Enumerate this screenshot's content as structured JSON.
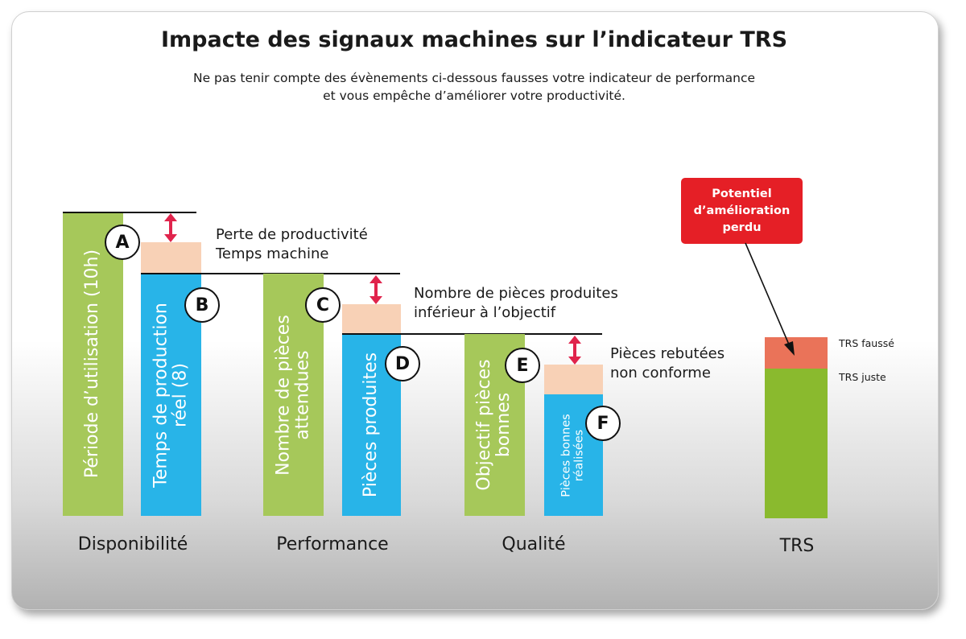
{
  "title": "Impacte des signaux machines sur l’indicateur TRS",
  "subtitle": [
    "Ne pas tenir compte des évènements ci-dessous fausses votre indicateur de performance",
    "et vous empêche d’améliorer votre productivité."
  ],
  "groups": [
    {
      "label": "Disponibilité",
      "expected_bar": [
        "Période d’utilisation (10h)"
      ],
      "actual_bar": [
        "Temps de production",
        "réel (8)"
      ],
      "markers": [
        "A",
        "B"
      ],
      "loss_note": [
        "Perte de productivité",
        "Temps machine"
      ]
    },
    {
      "label": "Performance",
      "expected_bar": [
        "Nombre de pièces",
        "attendues"
      ],
      "actual_bar": [
        "Pièces produites"
      ],
      "markers": [
        "C",
        "D"
      ],
      "loss_note": [
        "Nombre de pièces produites",
        "inférieur à l’objectif"
      ]
    },
    {
      "label": "Qualité",
      "expected_bar": [
        "Objectif pièces",
        "bonnes"
      ],
      "actual_bar": [
        "Pièces bonnes",
        "réalisées"
      ],
      "markers": [
        "E",
        "F"
      ],
      "loss_note": [
        "Pièces rebutées",
        "non conforme"
      ]
    }
  ],
  "trs": {
    "label": "TRS",
    "segments": [
      "TRS faussé",
      "TRS juste"
    ],
    "callout": [
      "Potentiel",
      "d’amélioration",
      "perdu"
    ]
  },
  "colors": {
    "expected": "#a6c85a",
    "actual": "#28b4e8",
    "loss": "#f8d1b6",
    "arrow": "#e0244c",
    "trs_true": "#8aba2e",
    "trs_false": "#ea7359",
    "callout": "#e51f26"
  }
}
